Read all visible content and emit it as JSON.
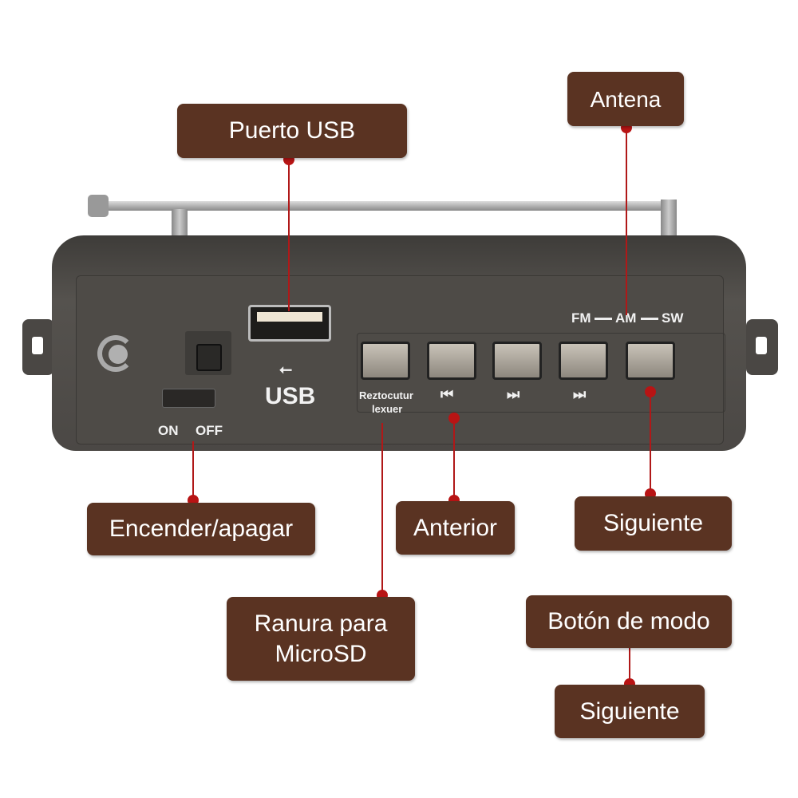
{
  "labels": {
    "usb_port": "Puerto USB",
    "antenna": "Antena",
    "power": "Encender/apagar",
    "previous": "Anterior",
    "next": "Siguiente",
    "microsd": "Ranura para MicroSD",
    "mode_button": "Botón de modo",
    "next_2": "Siguiente"
  },
  "device": {
    "usb_text": "USB",
    "on": "ON",
    "off": "OFF",
    "band_fm": "FM",
    "band_am": "AM",
    "band_sw": "SW",
    "button_label_1": "Reztocutur",
    "button_label_1b": "lexuer",
    "prev_symbol": "⏮",
    "next_symbol": "⏭",
    "next_symbol_2": "⏭"
  },
  "colors": {
    "label_bg": "#5a3322",
    "leader": "#b01818",
    "device": "#4b4845"
  }
}
